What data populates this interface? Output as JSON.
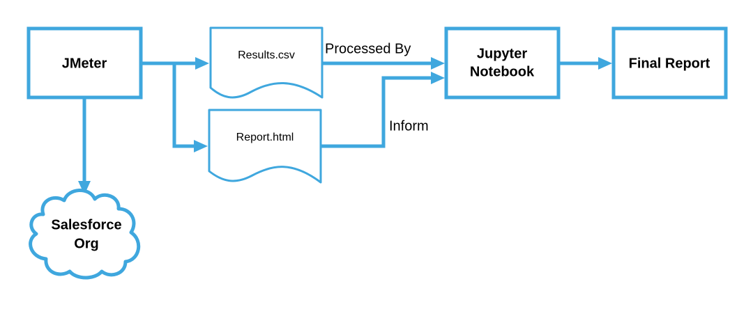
{
  "nodes": {
    "jmeter": {
      "label": "JMeter"
    },
    "results_csv": {
      "label": "Results.csv"
    },
    "report_html": {
      "label": "Report.html"
    },
    "jupyter": {
      "line1": "Jupyter",
      "line2": "Notebook"
    },
    "final_report": {
      "label": "Final Report"
    },
    "salesforce": {
      "line1": "Salesforce",
      "line2": "Org"
    }
  },
  "edges": {
    "processed_by": {
      "label": "Processed By"
    },
    "inform": {
      "label": "Inform"
    }
  },
  "colors": {
    "accent": "#3fa7de",
    "text": "#000000",
    "background": "#ffffff"
  }
}
